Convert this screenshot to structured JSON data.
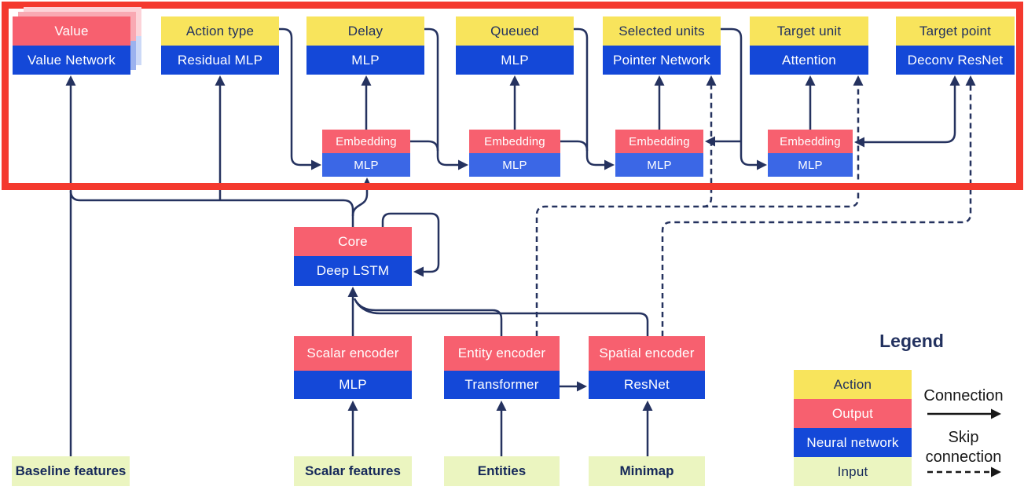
{
  "palette": {
    "action_yellow": "#f8e45c",
    "output_pink": "#f7606f",
    "network_blue": "#1448d8",
    "embedding_mlp_blue": "#3b67e6",
    "input_green": "#ebf5c0",
    "line_navy": "#25325f",
    "highlight_red": "#f4392e",
    "text_navy": "#20305f"
  },
  "value_head": {
    "output": "Value",
    "network": "Value Network"
  },
  "heads": [
    {
      "action": "Action type",
      "network": "Residual MLP"
    },
    {
      "action": "Delay",
      "network": "MLP"
    },
    {
      "action": "Queued",
      "network": "MLP"
    },
    {
      "action": "Selected units",
      "network": "Pointer Network"
    },
    {
      "action": "Target unit",
      "network": "Attention"
    },
    {
      "action": "Target point",
      "network": "Deconv ResNet"
    }
  ],
  "embeddings": [
    {
      "output": "Embedding",
      "network": "MLP"
    },
    {
      "output": "Embedding",
      "network": "MLP"
    },
    {
      "output": "Embedding",
      "network": "MLP"
    },
    {
      "output": "Embedding",
      "network": "MLP"
    }
  ],
  "core": {
    "output": "Core",
    "network": "Deep LSTM"
  },
  "encoders": [
    {
      "output": "Scalar encoder",
      "network": "MLP"
    },
    {
      "output": "Entity encoder",
      "network": "Transformer"
    },
    {
      "output": "Spatial encoder",
      "network": "ResNet"
    }
  ],
  "inputs": [
    {
      "label": "Baseline features"
    },
    {
      "label": "Scalar features"
    },
    {
      "label": "Entities"
    },
    {
      "label": "Minimap"
    }
  ],
  "legend": {
    "title": "Legend",
    "items": [
      {
        "label": "Action",
        "type": "action"
      },
      {
        "label": "Output",
        "type": "output"
      },
      {
        "label": "Neural network",
        "type": "neural-network"
      },
      {
        "label": "Input",
        "type": "input"
      }
    ],
    "connection_label": "Connection",
    "skip_label": "Skip connection"
  }
}
